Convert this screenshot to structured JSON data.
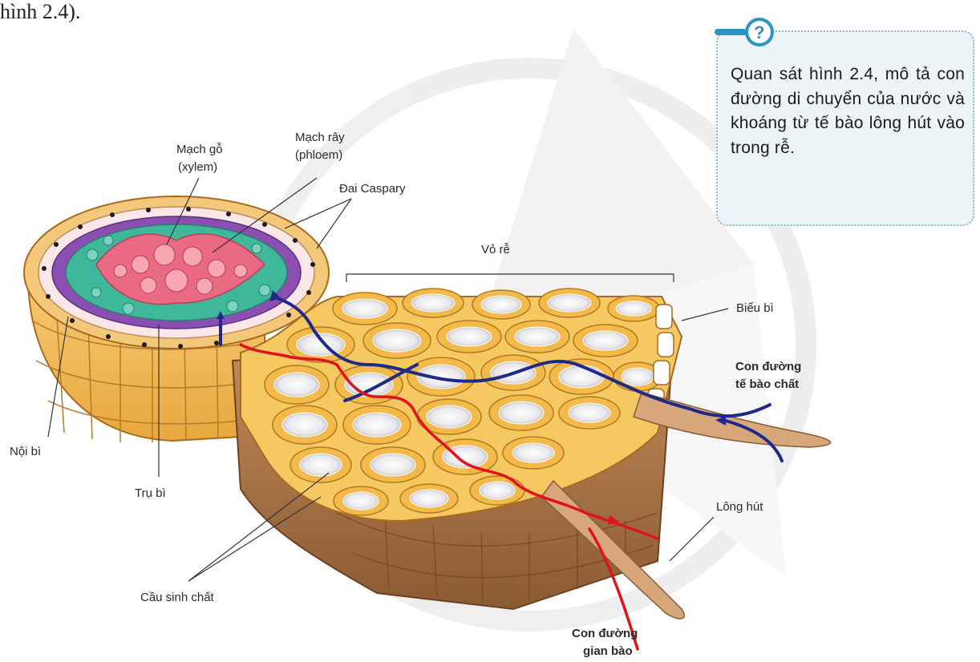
{
  "header": {
    "text": "hình 2.4)."
  },
  "question": {
    "icon": "question-mark-icon",
    "text": "Quan sát hình 2.4, mô tả con đường di chuyển của nước và khoáng từ tế bào lông hút vào trong rễ."
  },
  "labels": {
    "mach_go": [
      "Mạch gỗ",
      "(xylem)"
    ],
    "mach_ray": [
      "Mạch rây",
      "(phloem)"
    ],
    "dai_caspary": "Đai Caspary",
    "vo_re": "Vỏ rễ",
    "bieu_bi": "Biểu bì",
    "con_duong_te_bao_chat": [
      "Con đường",
      "tế bào chất"
    ],
    "long_hut": "Lông hút",
    "noi_bi": "Nội bì",
    "tru_bi": "Trụ bì",
    "cau_sinh_chat": "Cầu sinh chất",
    "con_duong_gian_bao": [
      "Con đường",
      "gian bào"
    ]
  },
  "colors": {
    "symplast_path": "#1e2a8a",
    "apoplast_path": "#e3111e",
    "cortex_cell": "#f6c862",
    "vacuole": "#e6e6ea",
    "xylem": "#e96a82",
    "phloem": "#3fb79a",
    "endodermis": "#8a4fb0",
    "root_hair": "#c8966a"
  }
}
